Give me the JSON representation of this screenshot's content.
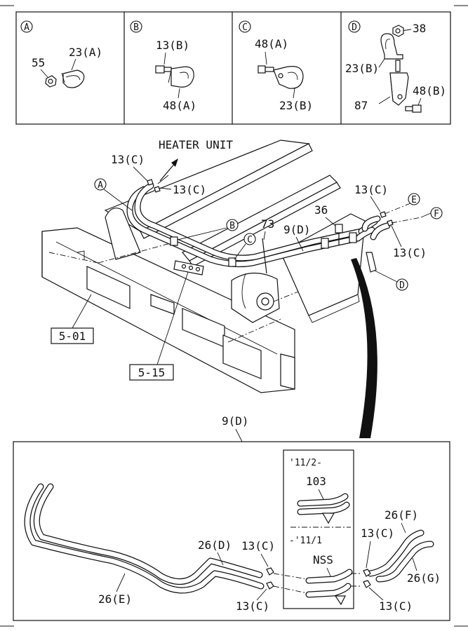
{
  "detail_panels": [
    {
      "letter": "A",
      "parts": [
        "55",
        "23(A)"
      ]
    },
    {
      "letter": "B",
      "parts": [
        "13(B)",
        "48(A)"
      ]
    },
    {
      "letter": "C",
      "parts": [
        "48(A)",
        "23(B)"
      ]
    },
    {
      "letter": "D",
      "parts": [
        "38",
        "23(B)",
        "87",
        "48(B)"
      ]
    }
  ],
  "main": {
    "heater_label": "HEATER UNIT",
    "labels": {
      "p13c_top": "13(C)",
      "p13c_mid": "13(C)",
      "p13c_right1": "13(C)",
      "p13c_right2": "13(C)",
      "p36": "36",
      "p73": "73",
      "p9d": "9(D)",
      "ref_501": "5-01",
      "ref_515": "5-15",
      "callout_a": "A",
      "callout_b": "B",
      "callout_c": "C",
      "callout_d": "D",
      "callout_e": "E",
      "callout_f": "F"
    }
  },
  "bottom": {
    "title": "9(D)",
    "inset_new": "'11/2-",
    "inset_new_part": "103",
    "inset_old": "-'11/1",
    "inset_old_part": "NSS",
    "labels": {
      "p26d": "26(D)",
      "p26e": "26(E)",
      "p26f": "26(F)",
      "p26g": "26(G)",
      "p13c_a": "13(C)",
      "p13c_b": "13(C)",
      "p13c_c": "13(C)",
      "p13c_d": "13(C)"
    }
  }
}
